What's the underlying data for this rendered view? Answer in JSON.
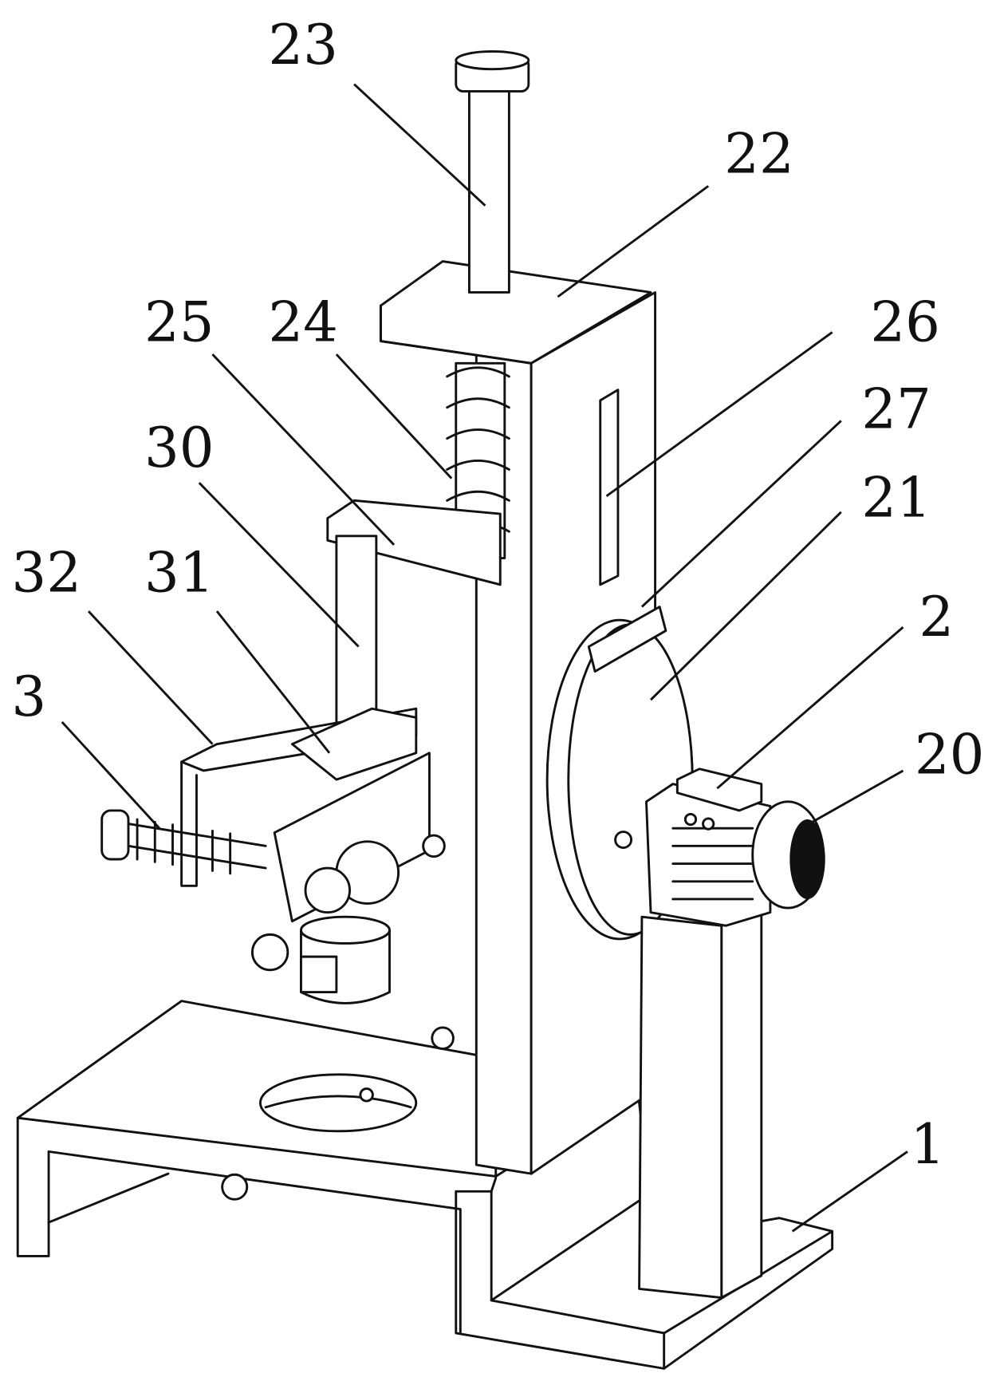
{
  "labels": {
    "l23": "23",
    "l22": "22",
    "l25": "25",
    "l24": "24",
    "l26": "26",
    "l27": "27",
    "l21": "21",
    "l30": "30",
    "l2": "2",
    "l32": "32",
    "l31": "31",
    "l20": "20",
    "l3": "3",
    "l1": "1"
  }
}
